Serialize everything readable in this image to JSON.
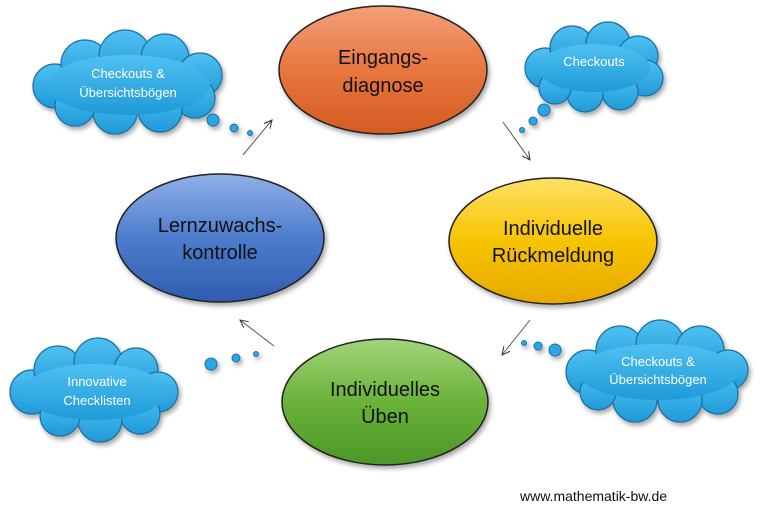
{
  "nodes": {
    "eingangsdiagnose": {
      "line1": "Eingangs-",
      "line2": "diagnose"
    },
    "rueckmeldung": {
      "line1": "Individuelle",
      "line2": "Rückmeldung"
    },
    "ueben": {
      "line1": "Individuelles",
      "line2": "Üben"
    },
    "lernzuwachskontrolle": {
      "line1": "Lernzuwachs-",
      "line2": "kontrolle"
    }
  },
  "clouds": {
    "top_left": {
      "line1": "Checkouts &",
      "line2": "Übersichtsbögen"
    },
    "top_right": {
      "line1": "Checkouts"
    },
    "bottom_right": {
      "line1": "Checkouts &",
      "line2": "Übersichtsbögen"
    },
    "bottom_left": {
      "line1": "Innovative",
      "line2": "Checklisten"
    }
  },
  "colors": {
    "eingangsdiagnose": "#e67a44",
    "rueckmeldung": "#f5c100",
    "ueben": "#6db33f",
    "lernzuwachskontrolle": "#4a77c4",
    "cloud": "#2ba8e6"
  },
  "footer": {
    "url": "www.mathematik-bw.de"
  }
}
